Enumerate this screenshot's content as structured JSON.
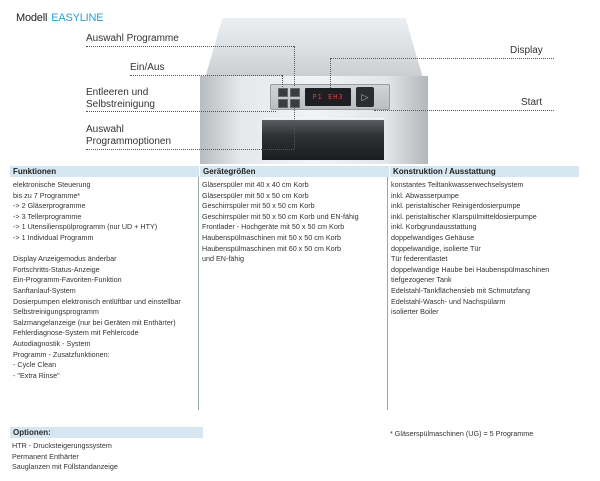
{
  "header": {
    "model": "Modell",
    "brand": "EASYLINE"
  },
  "colors": {
    "brand": "#2a9fd6",
    "header_bg": "#d7e7f1",
    "display_text": "#e53a30"
  },
  "machine": {
    "display_text": "P1  EH3",
    "start_symbol": "▷"
  },
  "callouts": {
    "programme": "Auswahl Programme",
    "onoff": "Ein/Aus",
    "drain": [
      "Entleeren und",
      "Selbstreinigung"
    ],
    "options": [
      "Auswahl",
      "Programmoptionen"
    ],
    "display": "Display",
    "start": "Start"
  },
  "table": {
    "headers": [
      "Funktionen",
      "Gerätegrößen",
      "Konstruktion / Ausstattung"
    ],
    "funktionen": [
      "elektronische Steuerung",
      "bis zu 7 Programme*",
      "-> 2 Gläserprogramme",
      "-> 3 Tellerprogramme",
      "-> 1 Utensilienspülprogramm (nur UD + HTY)",
      "-> 1 Individual Programm",
      "",
      "Display Anzeigemodus änderbar",
      "Fortschritts-Status-Anzeige",
      "Ein-Programm-Favoriten-Funktion",
      "Sanftanlauf-System",
      "Dosierpumpen elektronisch entlüftbar und einstellbar",
      "Selbstreinigungsprogramm",
      "Salzmangelanzeige (nur bei Geräten mit Enthärter)",
      "Fehlerdiagnose-System mit Fehlercode",
      "Autodiagnostik - System",
      "Programm - Zusatzfunktionen:",
      "- Cycle Clean",
      "- \"Extra Rinse\""
    ],
    "geraetegroessen": [
      "Gläserspüler mit 40 x 40 cm Korb",
      "Gläserspüler mit 50 x 50 cm Korb",
      "Geschirrspüler mit 50 x 50 cm Korb",
      "Geschirrspüler mit 50 x 50 cm Korb und EN-fähig",
      "Frontlader - Hochgeräte mit 50 x 50 cm Korb",
      "Haubenspülmaschinen mit 50 x 50 cm Korb",
      "Haubenspülmaschinen mit 60 x 50 cm Korb",
      "und EN-fähig"
    ],
    "konstruktion": [
      "konstantes Teiltankwasserwechselsystem",
      "inkl. Abwasserpumpe",
      "inkl. peristaltischer Reinigerdosierpumpe",
      "inkl. peristaltischer Klarspülmitteldosierpumpe",
      "inkl. Korbgrundausstattung",
      "doppelwandiges Gehäuse",
      "doppelwandige, isolierte Tür",
      "Tür federentlastet",
      "doppelwandige Haube bei Haubenspülmaschinen",
      "tiefgezogener Tank",
      "Edelstahl-Tankflächensieb mit Schmutzfang",
      "Edelstahl-Wasch- und Nachspülarm",
      "isolierter Boiler"
    ]
  },
  "optionen": {
    "header": "Optionen:",
    "items": [
      "HTR - Drucksteigerungssystem",
      "Permanent Enthärter",
      "Sauglanzen mit Füllstandanzeige"
    ]
  },
  "footnote": "* Gläserspülmaschinen (UG) = 5 Programme"
}
